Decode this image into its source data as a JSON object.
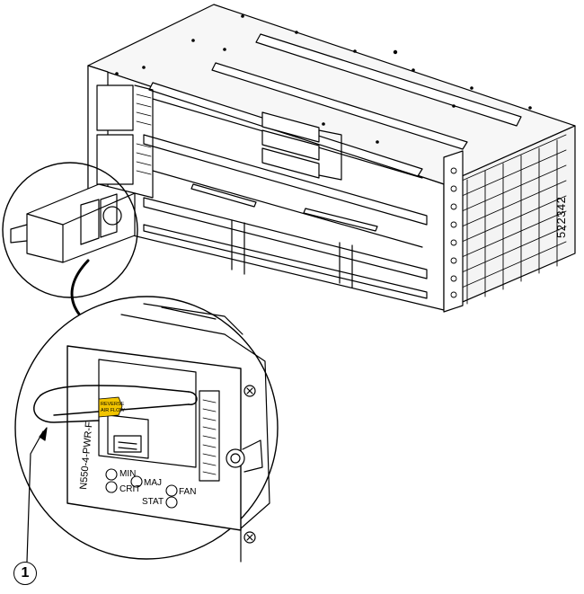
{
  "figure": {
    "id_label": "522342",
    "callout_number": "1"
  },
  "power_supply_panel": {
    "model_text": "N550-4-PWR-F",
    "airflow_label_line1": "REVERSE",
    "airflow_label_line2": "AIR FLOW",
    "airflow_label_color": "#f2c500",
    "leds": {
      "min": "MIN",
      "crit": "CRIT",
      "maj": "MAJ",
      "fan": "FAN",
      "stat": "STAT"
    }
  }
}
